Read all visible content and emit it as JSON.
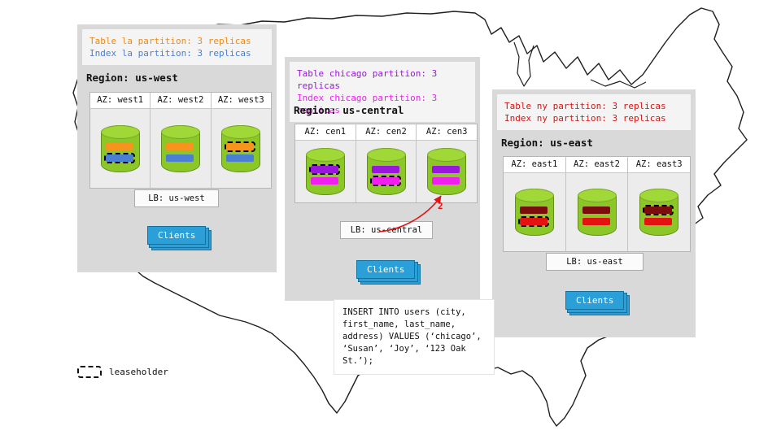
{
  "legend": {
    "label": "leaseholder"
  },
  "annotation": {
    "step": "2"
  },
  "sql": {
    "text": "INSERT INTO users (city,\nfirst_name, last_name,\naddress) VALUES (‘chicago’,\n‘Susan’, ‘Joy’, ‘123 Oak\nSt.’);"
  },
  "regions": [
    {
      "name": "us-west",
      "title": "Region: us-west",
      "notes": [
        {
          "text": "Table la partition: 3 replicas",
          "color": "#ef8a16"
        },
        {
          "text": "Index la partition: 3 replicas",
          "color": "#4a7fd4"
        }
      ],
      "colors": {
        "table": "#f7941e",
        "index": "#4a7fd4"
      },
      "azs": [
        {
          "label": "AZ: west1",
          "table_lease": false,
          "index_lease": true
        },
        {
          "label": "AZ: west2",
          "table_lease": false,
          "index_lease": false
        },
        {
          "label": "AZ: west3",
          "table_lease": true,
          "index_lease": false
        }
      ],
      "lb": "LB: us-west",
      "clients": "Clients"
    },
    {
      "name": "us-central",
      "title": "Region: us-central",
      "notes": [
        {
          "text": "Table chicago partition: 3 replicas",
          "color": "#9a16dd"
        },
        {
          "text": "Index chicago partition: 3 replicas",
          "color": "#f01ff0"
        }
      ],
      "colors": {
        "table": "#9a16dd",
        "index": "#f01ff0"
      },
      "azs": [
        {
          "label": "AZ: cen1",
          "table_lease": true,
          "index_lease": false
        },
        {
          "label": "AZ: cen2",
          "table_lease": false,
          "index_lease": true
        },
        {
          "label": "AZ: cen3",
          "table_lease": false,
          "index_lease": false
        }
      ],
      "lb": "LB: us-central",
      "clients": "Clients"
    },
    {
      "name": "us-east",
      "title": "Region: us-east",
      "notes": [
        {
          "text": "Table ny partition: 3 replicas",
          "color": "#d81414"
        },
        {
          "text": "Index ny partition: 3 replicas",
          "color": "#d81414"
        }
      ],
      "colors": {
        "table": "#7c0d0d",
        "index": "#e51212"
      },
      "azs": [
        {
          "label": "AZ: east1",
          "table_lease": false,
          "index_lease": true
        },
        {
          "label": "AZ: east2",
          "table_lease": false,
          "index_lease": false
        },
        {
          "label": "AZ: east3",
          "table_lease": true,
          "index_lease": false
        }
      ],
      "lb": "LB: us-east",
      "clients": "Clients"
    }
  ]
}
